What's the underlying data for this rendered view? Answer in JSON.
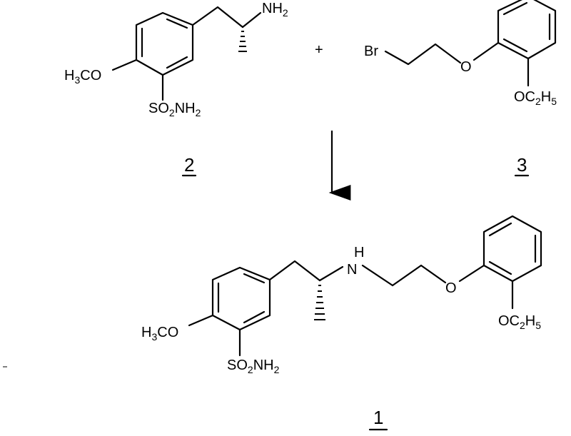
{
  "compound_2": {
    "number": "2",
    "amine_label": "NH2",
    "methoxy_label": "H3CO",
    "sulfonamide_label": "SO2NH2"
  },
  "plus_sign": "+",
  "compound_3": {
    "number": "3",
    "bromo_label": "Br",
    "ether_o_label": "O",
    "ethoxy_label": "OC2H5"
  },
  "product_1": {
    "number": "1",
    "nh_h_label": "H",
    "nh_n_label": "N",
    "methoxy_label": "H3CO",
    "sulfonamide_label": "SO2NH2",
    "ether_o_label": "O",
    "ethoxy_label": "OC2H5"
  }
}
